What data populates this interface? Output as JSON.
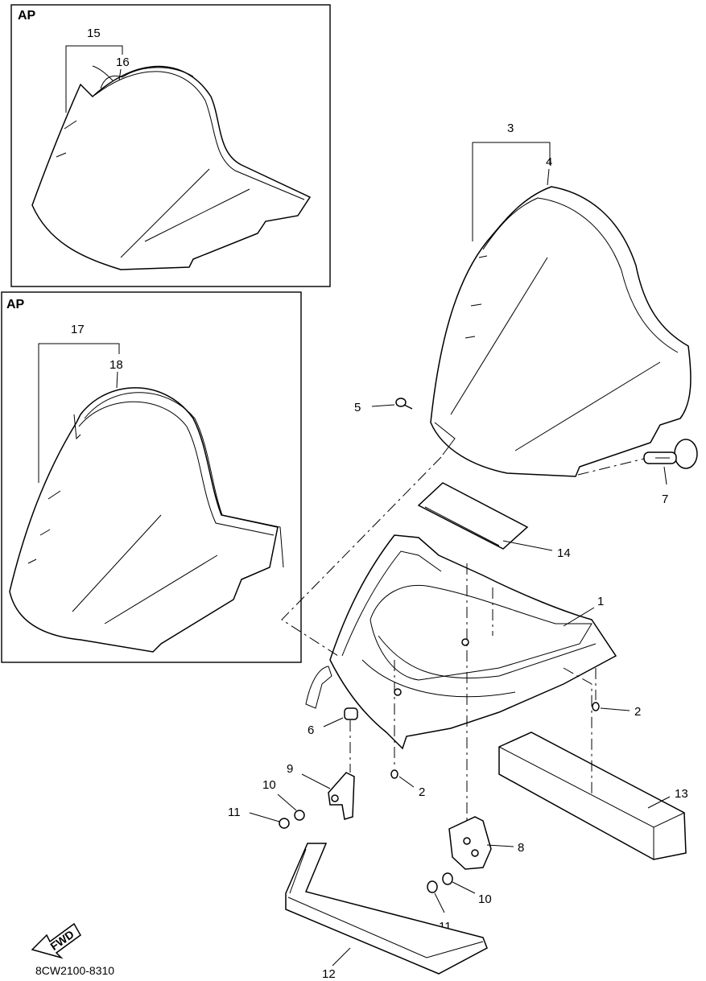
{
  "inset_label": "AP",
  "diagram_code": "8CW2100-8310",
  "fwd_label": "FWD",
  "callouts": {
    "c1": "1",
    "c2a": "2",
    "c2b": "2",
    "c3": "3",
    "c4": "4",
    "c5": "5",
    "c6": "6",
    "c7": "7",
    "c8": "8",
    "c9": "9",
    "c10a": "10",
    "c10b": "10",
    "c11a": "11",
    "c11b": "11",
    "c12": "12",
    "c13": "13",
    "c14": "14",
    "c15": "15",
    "c16": "16",
    "c17": "17",
    "c18": "18"
  }
}
